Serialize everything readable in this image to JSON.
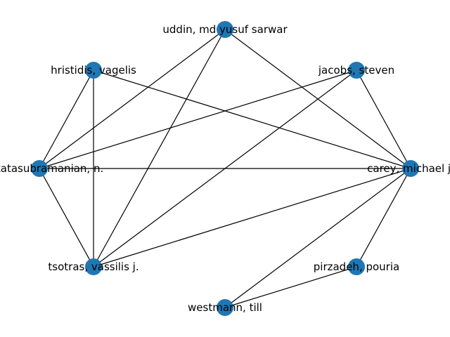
{
  "graph": {
    "node_color": "#1f77b4",
    "edge_color": "#000000",
    "nodes": [
      {
        "id": "uddin",
        "label": "uddin, md yusuf sarwar"
      },
      {
        "id": "jacobs",
        "label": "jacobs, steven"
      },
      {
        "id": "hristidis",
        "label": "hristidis, vagelis"
      },
      {
        "id": "venkatasubramanian",
        "label": "venkatasubramanian, n."
      },
      {
        "id": "carey",
        "label": "carey, michael j."
      },
      {
        "id": "tsotras",
        "label": "tsotras, vassilis j."
      },
      {
        "id": "pirzadeh",
        "label": "pirzadeh, pouria"
      },
      {
        "id": "westmann",
        "label": "westmann, till"
      }
    ],
    "edges": [
      [
        "uddin",
        "venkatasubramanian"
      ],
      [
        "uddin",
        "tsotras"
      ],
      [
        "uddin",
        "carey"
      ],
      [
        "jacobs",
        "venkatasubramanian"
      ],
      [
        "jacobs",
        "tsotras"
      ],
      [
        "jacobs",
        "carey"
      ],
      [
        "hristidis",
        "venkatasubramanian"
      ],
      [
        "hristidis",
        "tsotras"
      ],
      [
        "hristidis",
        "carey"
      ],
      [
        "venkatasubramanian",
        "carey"
      ],
      [
        "venkatasubramanian",
        "tsotras"
      ],
      [
        "carey",
        "tsotras"
      ],
      [
        "carey",
        "pirzadeh"
      ],
      [
        "carey",
        "westmann"
      ],
      [
        "pirzadeh",
        "westmann"
      ]
    ]
  }
}
